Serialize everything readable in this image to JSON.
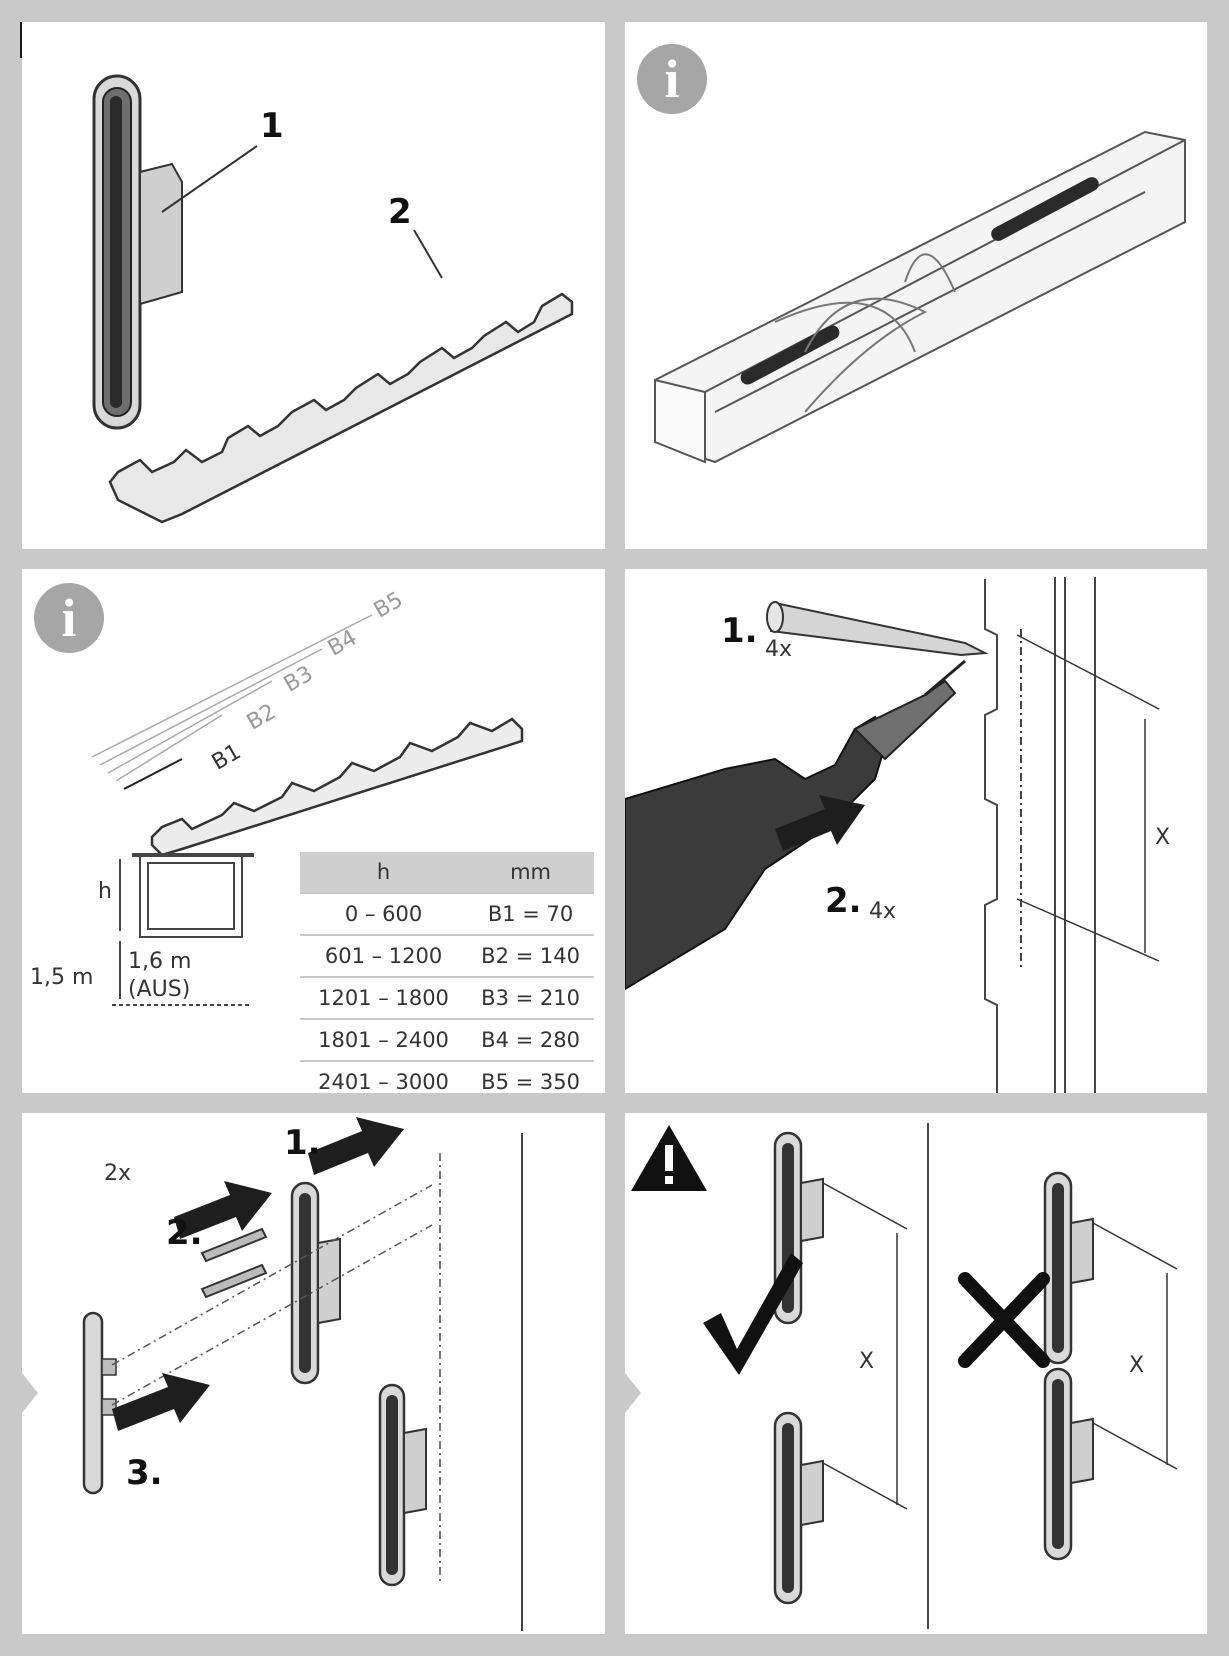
{
  "step_number": "1",
  "panel1": {
    "label_1": "1",
    "label_2": "2"
  },
  "panel2": {
    "info_icon": "info-icon"
  },
  "panel3": {
    "info_icon": "info-icon",
    "spacing_labels": [
      "B1",
      "B2",
      "B3",
      "B4",
      "B5"
    ],
    "window_h_label": "h",
    "height_label_a": "1,6 m",
    "height_label_b": "(AUS)",
    "height_label_c": "1,5 m",
    "table": {
      "headers": [
        "h",
        "mm"
      ],
      "rows": [
        [
          "0 – 600",
          "B1  =  70"
        ],
        [
          "601 – 1200",
          "B2 = 140"
        ],
        [
          "1201 – 1800",
          "B3 = 210"
        ],
        [
          "1801 – 2400",
          "B4 = 280"
        ],
        [
          "2401 – 3000",
          "B5 = 350"
        ]
      ]
    }
  },
  "panel4": {
    "step1": "1.",
    "step1_count": "4x",
    "step2": "2.",
    "step2_count": "4x",
    "distance_label": "X"
  },
  "panel5": {
    "count": "2x",
    "step1": "1.",
    "step2": "2.",
    "step3": "3."
  },
  "panel6": {
    "warning_icon": "warning-triangle-icon",
    "correct_icon": "checkmark-icon",
    "wrong_icon": "cross-icon",
    "distance_label_left": "X",
    "distance_label_right": "X"
  }
}
